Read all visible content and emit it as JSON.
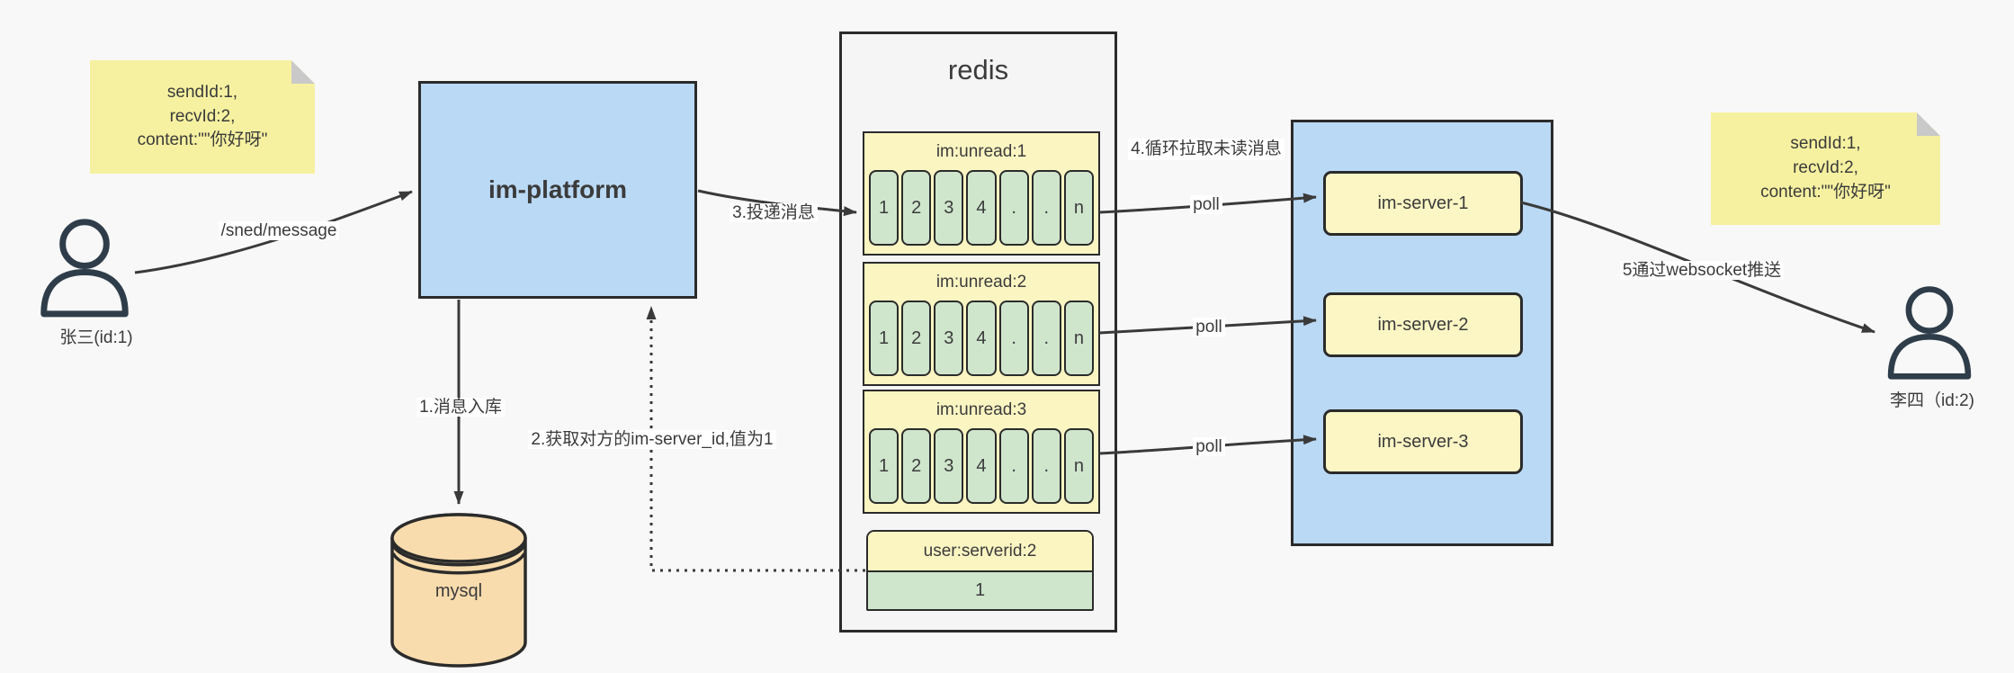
{
  "notes": {
    "left": {
      "lines": [
        "sendId:1,",
        "recvId:2,",
        "content:\"\"你好呀\""
      ]
    },
    "right": {
      "lines": [
        "sendId:1,",
        "recvId:2,",
        "content:\"\"你好呀\""
      ]
    }
  },
  "actors": {
    "sender": {
      "label": "张三(id:1)"
    },
    "receiver": {
      "label": "李四（id:2)"
    }
  },
  "platform": {
    "label": "im-platform"
  },
  "mysql": {
    "label": "mysql"
  },
  "redis": {
    "title": "redis",
    "queues": [
      {
        "label": "im:unread:1",
        "cells": [
          "1",
          "2",
          "3",
          "4",
          ".",
          ".",
          "n"
        ]
      },
      {
        "label": "im:unread:2",
        "cells": [
          "1",
          "2",
          "3",
          "4",
          ".",
          ".",
          "n"
        ]
      },
      {
        "label": "im:unread:3",
        "cells": [
          "1",
          "2",
          "3",
          "4",
          ".",
          ".",
          "n"
        ]
      }
    ],
    "kv": {
      "key": "user:serverid:2",
      "value": "1"
    }
  },
  "servers": [
    {
      "label": "im-server-1"
    },
    {
      "label": "im-server-2"
    },
    {
      "label": "im-server-3"
    }
  ],
  "edges": {
    "send": "/sned/message",
    "step1": "1.消息入库",
    "step2": "2.获取对方的im-server_id,值为1",
    "step3": "3.投递消息",
    "step4": "4.循环拉取未读消息",
    "step5": "5通过websocket推送",
    "poll1": "poll",
    "poll2": "poll",
    "poll3": "poll"
  },
  "colors": {
    "background": "#f8f8f8",
    "box_blue": "#bad9f5",
    "note_yellow": "#f6f1a0",
    "queue_yellow": "#fbf5c2",
    "cell_green": "#cfe6cd",
    "mysql_orange": "#f9dcad",
    "ink": "#3a3a3a"
  }
}
